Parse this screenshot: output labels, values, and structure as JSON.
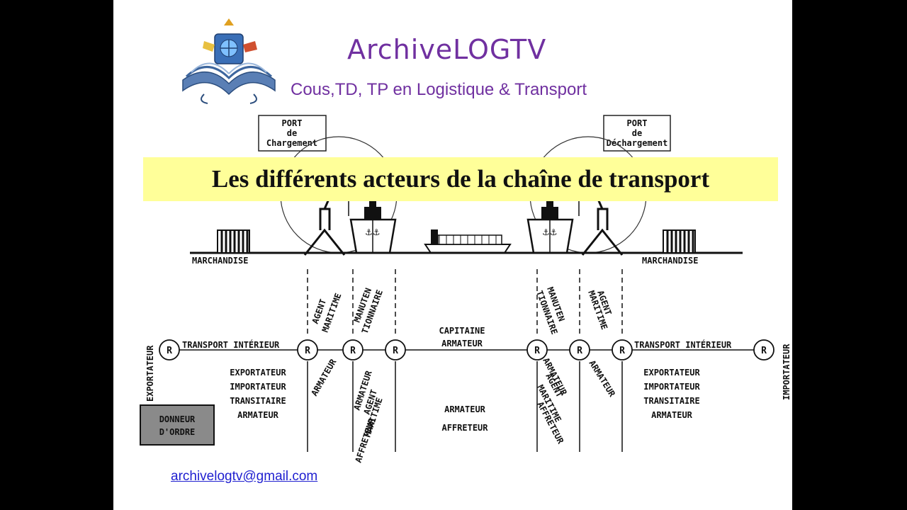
{
  "brand": {
    "title": "ArchiveLOGTV",
    "subtitle": "Cous,TD, TP en Logistique & Transport",
    "email": "archivelogtv@gmail.com"
  },
  "banner": {
    "title": "Les différents acteurs de la chaîne de transport"
  },
  "ports": {
    "loading": {
      "line1": "PORT",
      "line2": "de",
      "line3": "Chargement"
    },
    "unloading": {
      "line1": "PORT",
      "line2": "de",
      "line3": "Déchargement"
    }
  },
  "labels": {
    "marchandise_left": "MARCHANDISE",
    "marchandise_right": "MARCHANDISE",
    "exportateur_vertical": "EXPORTATEUR",
    "importateur_vertical": "IMPORTATEUR",
    "transport_interieur_left": "TRANSPORT INTÉRIEUR",
    "transport_interieur_right": "TRANSPORT INTÉRIEUR",
    "capitaine": "CAPITAINE",
    "armateur_center": "ARMATEUR",
    "relay": "R"
  },
  "left_roles": [
    "EXPORTATEUR",
    "IMPORTATEUR",
    "TRANSITAIRE",
    "ARMATEUR"
  ],
  "right_roles": [
    "EXPORTATEUR",
    "IMPORTATEUR",
    "TRANSITAIRE",
    "ARMATEUR"
  ],
  "center_roles": [
    "ARMATEUR",
    "AFFRETEUR"
  ],
  "donneur": {
    "line1": "DONNEUR",
    "line2": "D'ORDRE"
  },
  "left_diagonal_upper": {
    "agent_1": "AGENT",
    "agent_2": "MARITIME",
    "manut_1": "MANUTEN",
    "manut_2": "TIONNAIRE"
  },
  "left_diagonal_lower": {
    "armateur_a": "ARMATEUR",
    "armateur_b": "ARMATEUR",
    "agent": "AGENT",
    "maritime": "MARITIME",
    "affreteur": "AFFRETEUR"
  },
  "right_diagonal_upper": {
    "manut_1": "MANUTEN",
    "manut_2": "TIONNAIRE",
    "agent_1": "AGENT",
    "agent_2": "MARITIME"
  },
  "right_diagonal_lower": {
    "armateur_a": "ARMATEUR",
    "agent": "AGENT",
    "maritime": "MARITIME",
    "affreteur": "AFFRETEUR",
    "armateur_b": "ARMATEUR"
  },
  "colors": {
    "brand": "#7030a0",
    "banner": "#ffff99",
    "link": "#1f1fd0"
  }
}
